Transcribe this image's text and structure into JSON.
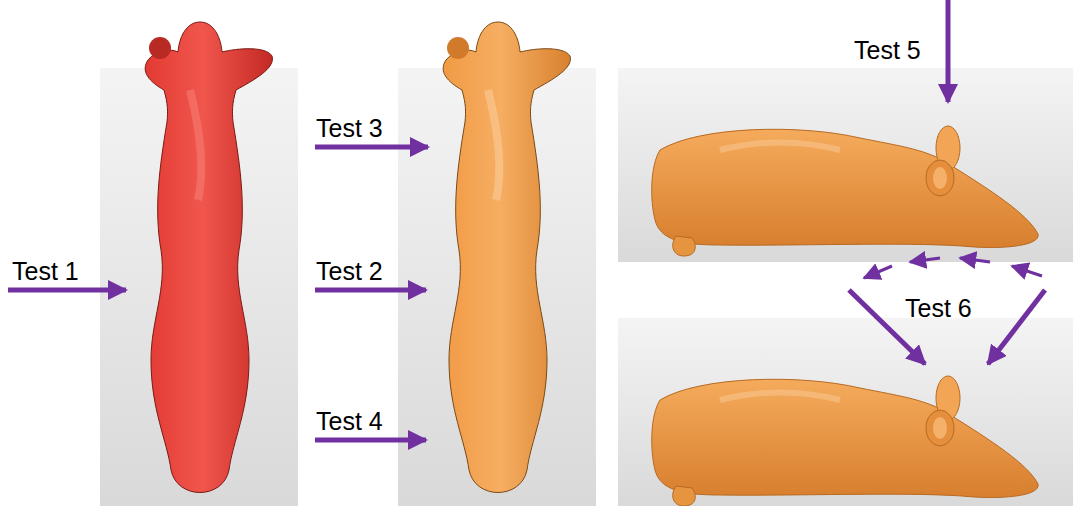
{
  "diagram": {
    "labels": [
      "Test 1",
      "Test 3",
      "Test 2",
      "Test 4",
      "Test 5",
      "Test 6"
    ]
  }
}
